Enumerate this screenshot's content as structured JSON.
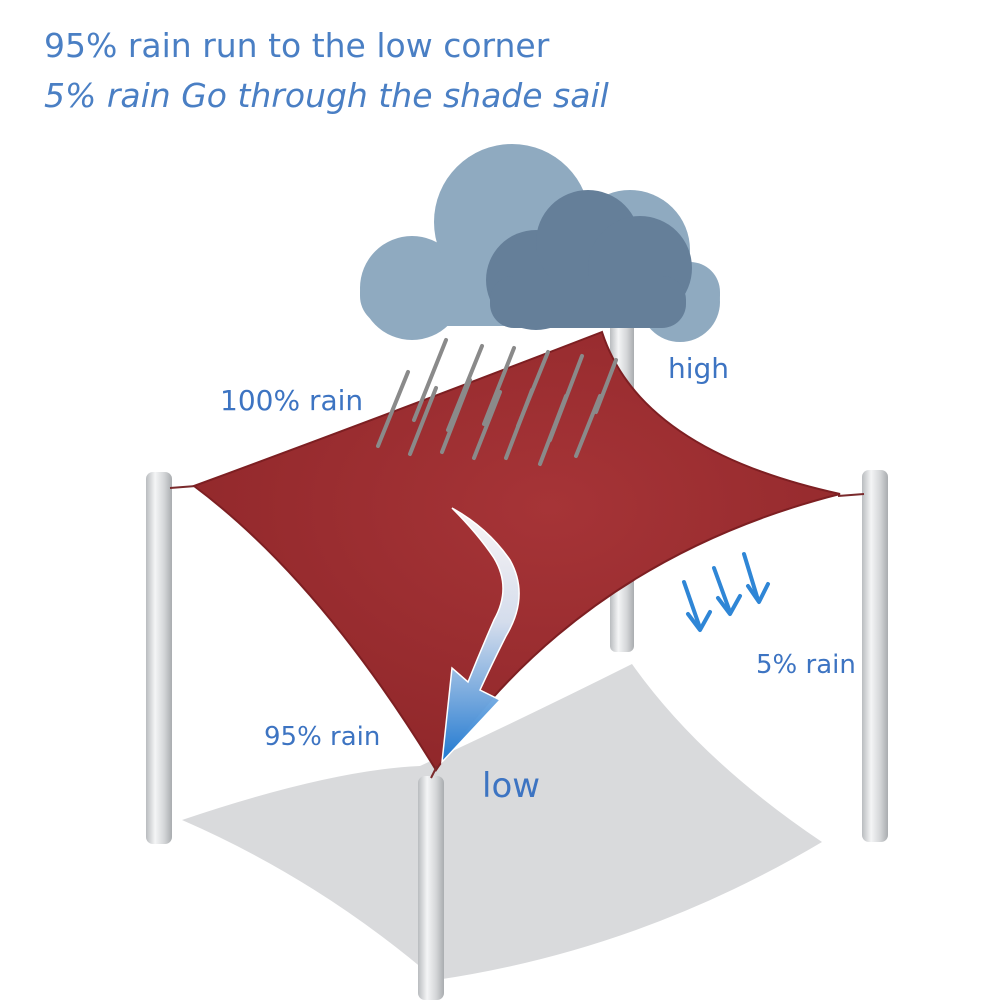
{
  "headline": {
    "line1": "95% rain run to the low corner",
    "line2": "5% rain Go through the shade sail"
  },
  "labels": {
    "rain_100": "100% rain",
    "high": "high",
    "rain_5": "5% rain",
    "rain_95": "95% rain",
    "low": "low"
  },
  "colors": {
    "headline": "#4a7fc4",
    "label": "#3d74c2",
    "sail": "#9e2f32",
    "sail_edge": "#7d1f22",
    "shadow": "#d9dadc",
    "pole": "#d2d4d6",
    "cloud_back": "#8faac0",
    "cloud_front": "#657f99",
    "rain_streak": "#8a8a8a",
    "arrow": "#2f86d6"
  },
  "icons": [
    "cloud-icon",
    "rain-streaks",
    "down-arrow-icon",
    "curved-arrow-icon"
  ]
}
